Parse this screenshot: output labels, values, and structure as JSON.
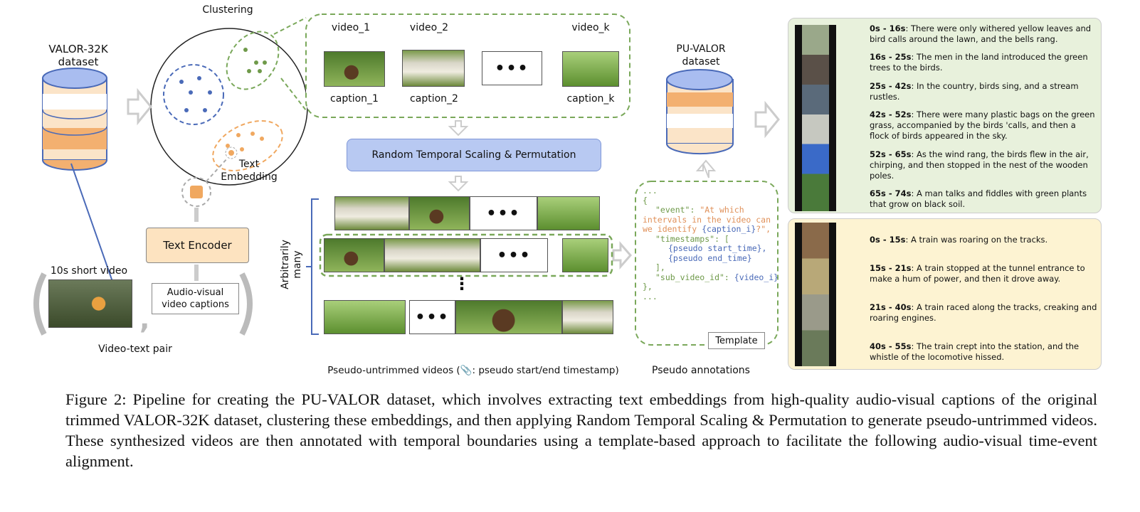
{
  "left": {
    "dataset_label": "VALOR-32K\ndataset",
    "clustering_label": "Clustering",
    "text_embedding_label": "Text\nEmbedding",
    "text_encoder": "Text Encoder",
    "captions_box": "Audio-visual\nvideo captions",
    "short_video_label": "10s short video",
    "pair_label": "Video-text pair"
  },
  "cluster_box": {
    "videos": [
      {
        "name": "video_1",
        "caption": "caption_1"
      },
      {
        "name": "video_2",
        "caption": "caption_2"
      },
      {
        "name": "video_k",
        "caption": "caption_k"
      }
    ],
    "ellipsis": "•••"
  },
  "rtsp_label": "Random Temporal Scaling & Permutation",
  "arbitrarily_many": "Arbitrarily\nmany",
  "vertical_ellipsis": "⋮",
  "pseudo_videos_label": "Pseudo-untrimmed videos (📎: pseudo start/end timestamp)",
  "template": {
    "lines": [
      "...",
      "{",
      "\"event\": ",
      "\"At which",
      "intervals in the video can",
      "we identify ",
      "{caption_i}",
      "?\",",
      "\"timestamps\": [",
      "{pseudo start_time},",
      "{pseudo end_time}",
      "],",
      "\"sub_video_id\": ",
      "{video_i}",
      "},",
      "..."
    ],
    "tag": "Template",
    "label": "Pseudo annotations"
  },
  "pu_valor_label": "PU-VALOR\ndataset",
  "green_panel": [
    {
      "time": "0s - 16s",
      "text": ": There were only withered yellow leaves and bird calls around the lawn, and the bells rang."
    },
    {
      "time": "16s - 25s",
      "text": ": The men in the land introduced the green trees to the birds."
    },
    {
      "time": "25s - 42s",
      "text": ": In the country, birds sing, and a stream rustles."
    },
    {
      "time": "42s - 52s",
      "text": ": There were many plastic bags on the green grass, accompanied by the birds 'calls, and then a flock of birds appeared in the sky."
    },
    {
      "time": "52s - 65s",
      "text": ": As the wind rang, the birds flew in the air, chirping, and then stopped in the nest of the wooden poles."
    },
    {
      "time": "65s - 74s",
      "text": ": A man talks and fiddles with green plants that grow on black soil."
    }
  ],
  "yellow_panel": [
    {
      "time": "0s - 15s",
      "text": ": A train was roaring on the tracks."
    },
    {
      "time": "15s - 21s",
      "text": ": A train stopped at the tunnel entrance to make a hum of power, and then it drove away."
    },
    {
      "time": "21s - 40s",
      "text": ": A train raced along the tracks, creaking and roaring engines."
    },
    {
      "time": "40s - 55s",
      "text": ": The train crept into the station, and the whistle of the locomotive hissed."
    }
  ],
  "caption": "Figure 2: Pipeline for creating the PU-VALOR dataset, which involves extracting text embeddings from high-quality audio-visual captions of the original trimmed VALOR-32K dataset, clustering these embeddings, and then applying Random Temporal Scaling & Permutation to generate pseudo-untrimmed videos. These synthesized videos are then annotated with temporal boundaries using a template-based approach to facilitate the following audio-visual time-event alignment.",
  "colors": {
    "blue": "#4a6ab8",
    "orange": "#f0a860",
    "green": "#7aa85a",
    "green_panel": "#e8f1dc",
    "yellow_panel": "#fdf3d2"
  }
}
